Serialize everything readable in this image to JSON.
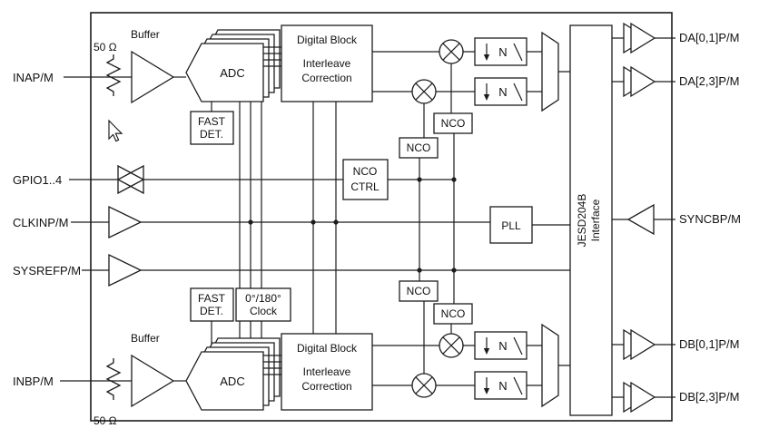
{
  "chip": {
    "pins_left": {
      "inap": "INAP/M",
      "gpio": "GPIO1..4",
      "clkin": "CLKINP/M",
      "sysref": "SYSREFP/M",
      "inbp": "INBP/M"
    },
    "pins_right": {
      "da01": "DA[0,1]P/M",
      "da23": "DA[2,3]P/M",
      "syncb": "SYNCBP/M",
      "db01": "DB[0,1]P/M",
      "db23": "DB[2,3]P/M"
    },
    "analog": {
      "buffer": "Buffer",
      "term": "50 Ω",
      "adc": "ADC"
    },
    "blocks": {
      "digital1": "Digital Block",
      "digital2": "Interleave",
      "digital3": "Correction",
      "fast1": "FAST",
      "fast2": "DET.",
      "nco": "NCO",
      "ctrl": "CTRL",
      "pll": "PLL",
      "clock1": "0°/180°",
      "clock2": "Clock",
      "dec_n": "N",
      "jesd1": "JESD204B",
      "jesd2": "Interface"
    }
  }
}
